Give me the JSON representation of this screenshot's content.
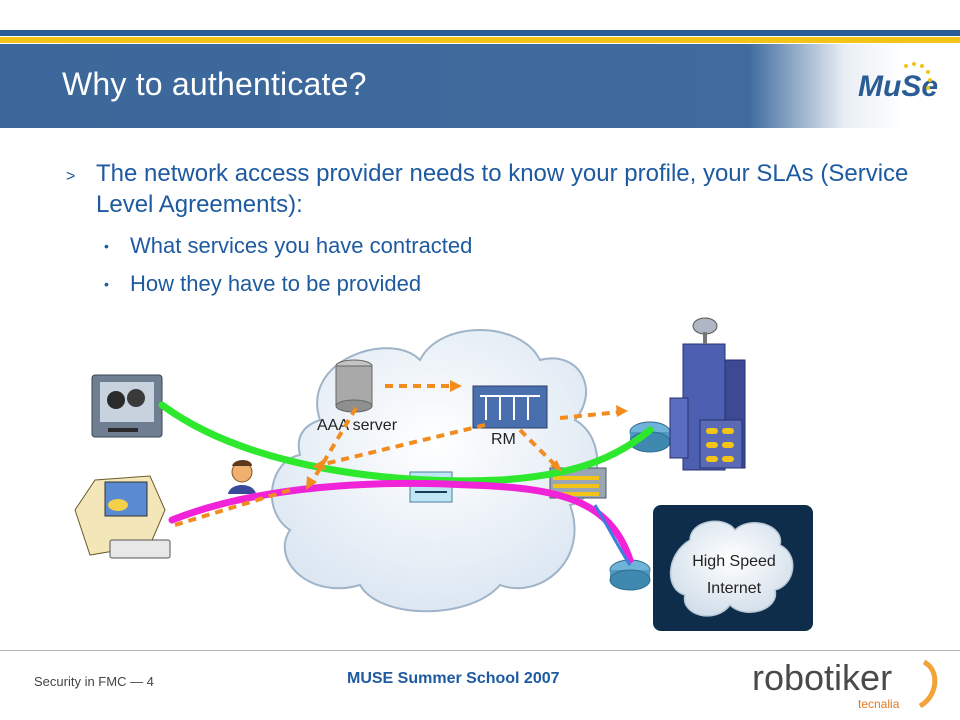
{
  "slide": {
    "title": "Why to authenticate?",
    "bullets": {
      "main": "The network access provider needs to know your profile, your SLAs (Service Level Agreements):",
      "sub": [
        "What services you have contracted",
        "How they have to be provided"
      ],
      "marker": ">",
      "sub_marker": "•"
    }
  },
  "diagram": {
    "aaa_label": "AAA server",
    "rm_label": "RM",
    "internet_label_line1": "High Speed",
    "internet_label_line2": "Internet"
  },
  "footer": {
    "left": "Security in FMC — 4",
    "center": "MUSE Summer School 2007"
  },
  "logos": {
    "muse_text": "MuSe",
    "robotiker_text": "robotiker",
    "robotiker_sub": "tecnalia"
  },
  "colors": {
    "title_bar": "#3b679a",
    "accent_gold": "#f2c417",
    "text_blue": "#1e5aa0",
    "green_line": "#2ee82e",
    "magenta_line": "#f023d8",
    "orange_dash": "#f28c1e"
  }
}
